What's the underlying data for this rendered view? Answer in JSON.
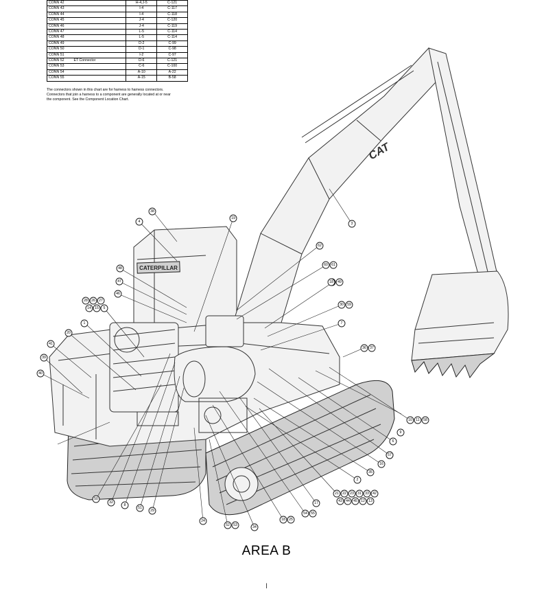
{
  "connector_table": {
    "rows": [
      {
        "name": "CONN 42",
        "location": "H-4,J-5",
        "reference": "C-121"
      },
      {
        "name": "CONN 43",
        "location": "I-4",
        "reference": "C-117"
      },
      {
        "name": "CONN 44",
        "location": "I-4",
        "reference": "C-118"
      },
      {
        "name": "CONN 45",
        "location": "J-4",
        "reference": "C-120"
      },
      {
        "name": "CONN 46",
        "location": "J-4",
        "reference": "C-119"
      },
      {
        "name": "CONN 47",
        "location": "L-5",
        "reference": "C-114"
      },
      {
        "name": "CONN 48",
        "location": "L-5",
        "reference": "C-114"
      },
      {
        "name": "CONN 49",
        "location": "D-2",
        "reference": "C-99"
      },
      {
        "name": "CONN 50",
        "location": "D-1",
        "reference": "C-98"
      },
      {
        "name": "CONN 51",
        "location": "I-2",
        "reference": "C-97"
      },
      {
        "name": "CONN 52",
        "location": "D-6",
        "reference": "C-121",
        "note": "ET Connector"
      },
      {
        "name": "CONN 53",
        "location": "C-6",
        "reference": "C-100"
      },
      {
        "name": "CONN 54",
        "location": "A-10",
        "reference": "A-22"
      },
      {
        "name": "CONN 55",
        "location": "A-15",
        "reference": "B-58"
      }
    ],
    "note_lines": [
      "The connectors shown in this chart are for harness to harness connectors.",
      "Connectors that join a harness to a component are generally located at or near",
      "the component.  See the Component Location Chart."
    ]
  },
  "branding": {
    "cab_logo": "CATERPILLAR",
    "boom_logo": "CAT"
  },
  "callouts": [
    {
      "id": "c38",
      "label": "38"
    },
    {
      "id": "c4",
      "label": "4"
    },
    {
      "id": "c19",
      "label": "19"
    },
    {
      "id": "c3",
      "label": "3"
    },
    {
      "id": "c62",
      "label": "62"
    },
    {
      "id": "c60",
      "label": "60"
    },
    {
      "id": "c61",
      "label": "61"
    },
    {
      "id": "c48",
      "label": "48"
    },
    {
      "id": "c49",
      "label": "49"
    },
    {
      "id": "c47",
      "label": "47"
    },
    {
      "id": "c46",
      "label": "46"
    },
    {
      "id": "c18",
      "label": "18"
    },
    {
      "id": "c49b",
      "label": "49"
    },
    {
      "id": "c30",
      "label": "30"
    },
    {
      "id": "c59",
      "label": "59"
    },
    {
      "id": "c28",
      "label": "28"
    },
    {
      "id": "c26",
      "label": "26"
    },
    {
      "id": "c27",
      "label": "27"
    },
    {
      "id": "c14",
      "label": "14"
    },
    {
      "id": "c15",
      "label": "15"
    },
    {
      "id": "c5",
      "label": "5"
    },
    {
      "id": "c7",
      "label": "7"
    },
    {
      "id": "c1",
      "label": "1"
    },
    {
      "id": "c20",
      "label": "20"
    },
    {
      "id": "c41",
      "label": "41"
    },
    {
      "id": "c36",
      "label": "36"
    },
    {
      "id": "c37",
      "label": "37"
    },
    {
      "id": "c39",
      "label": "39"
    },
    {
      "id": "c40",
      "label": "40"
    },
    {
      "id": "c10",
      "label": "10"
    },
    {
      "id": "c11",
      "label": "11"
    },
    {
      "id": "c58",
      "label": "58"
    },
    {
      "id": "c9",
      "label": "9"
    },
    {
      "id": "c6",
      "label": "6"
    },
    {
      "id": "c56",
      "label": "56"
    },
    {
      "id": "c57",
      "label": "57"
    },
    {
      "id": "c16",
      "label": "16"
    },
    {
      "id": "c35",
      "label": "35"
    },
    {
      "id": "c2",
      "label": "2"
    },
    {
      "id": "c21",
      "label": "21"
    },
    {
      "id": "c22",
      "label": "22"
    },
    {
      "id": "c23",
      "label": "23"
    },
    {
      "id": "c31",
      "label": "31"
    },
    {
      "id": "c33",
      "label": "33"
    },
    {
      "id": "c42",
      "label": "42"
    },
    {
      "id": "c43",
      "label": "43"
    },
    {
      "id": "c44",
      "label": "44"
    },
    {
      "id": "c45",
      "label": "45"
    },
    {
      "id": "c12",
      "label": "12"
    },
    {
      "id": "c13",
      "label": "13"
    },
    {
      "id": "c17",
      "label": "17"
    },
    {
      "id": "c50",
      "label": "50"
    },
    {
      "id": "c32",
      "label": "32"
    },
    {
      "id": "c8",
      "label": "8"
    },
    {
      "id": "c51",
      "label": "51"
    },
    {
      "id": "c29",
      "label": "29"
    },
    {
      "id": "c24",
      "label": "24"
    },
    {
      "id": "c52",
      "label": "52"
    },
    {
      "id": "c53",
      "label": "53"
    },
    {
      "id": "c34",
      "label": "34"
    },
    {
      "id": "c18b",
      "label": "18"
    },
    {
      "id": "c25",
      "label": "25"
    },
    {
      "id": "c54",
      "label": "54"
    },
    {
      "id": "c55",
      "label": "55"
    }
  ],
  "area_label": "AREA B",
  "page_number": "I"
}
